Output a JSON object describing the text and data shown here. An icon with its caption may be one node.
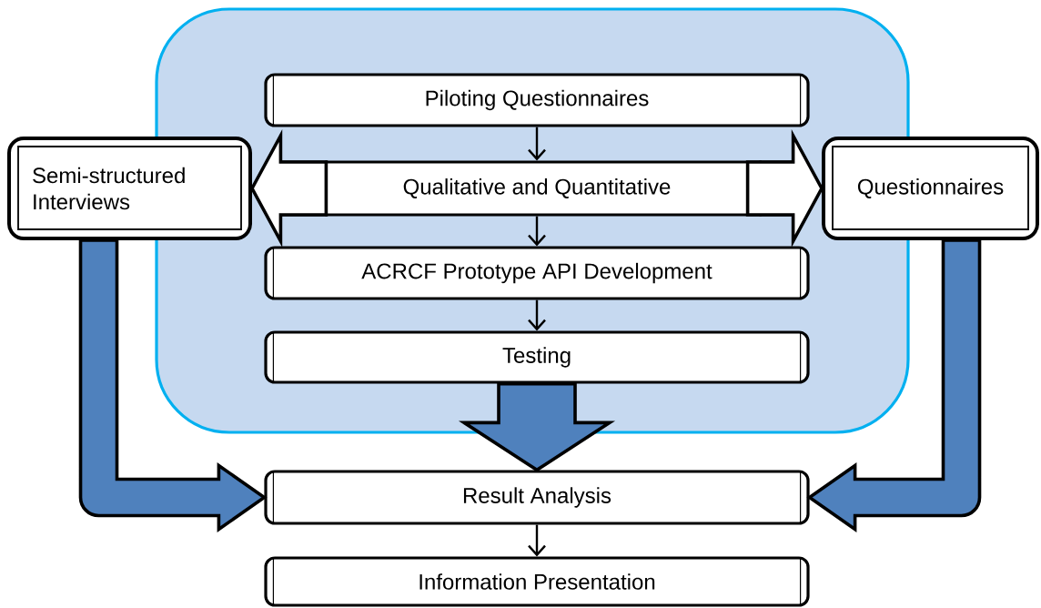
{
  "diagram": {
    "nodes": [
      {
        "text": [],
        "shape": "box"
      },
      {
        "text": [
          "Piloting Questionnaires"
        ],
        "in": 0
      },
      {
        "text": [
          "Qualitative and Quantitative"
        ],
        "in": 0
      },
      {
        "text": [
          "Semi-structured Interviews"
        ]
      },
      {
        "text": [
          "Questionnaires"
        ]
      },
      {
        "text": [
          "ACRCF Prototype API Development"
        ],
        "in": 0
      },
      {
        "text": [
          "Testing"
        ],
        "in": 0
      },
      {
        "text": [
          "Result Analysis"
        ]
      },
      {
        "text": [
          "Information Presentation"
        ]
      }
    ],
    "edges": [
      {
        "from": 1,
        "to": 2,
        "arrow": "to"
      },
      {
        "from": 2,
        "to": 3,
        "arrow": "to",
        "style": "thick"
      },
      {
        "from": 2,
        "to": 4,
        "arrow": "to",
        "style": "thick"
      },
      {
        "from": 2,
        "to": 5,
        "arrow": "to"
      },
      {
        "from": 5,
        "to": 6,
        "arrow": "to"
      },
      {
        "from": 6,
        "to": 7,
        "arrow": "to",
        "style": "thick",
        "color": "#4f81bd"
      },
      {
        "from": 3,
        "to": 7,
        "arrow": "to",
        "style": "thick",
        "color": "#4f81bd"
      },
      {
        "from": 4,
        "to": 7,
        "arrow": "to",
        "style": "thick",
        "color": "#4f81bd"
      },
      {
        "from": 7,
        "to": 8,
        "arrow": "to"
      }
    ]
  }
}
